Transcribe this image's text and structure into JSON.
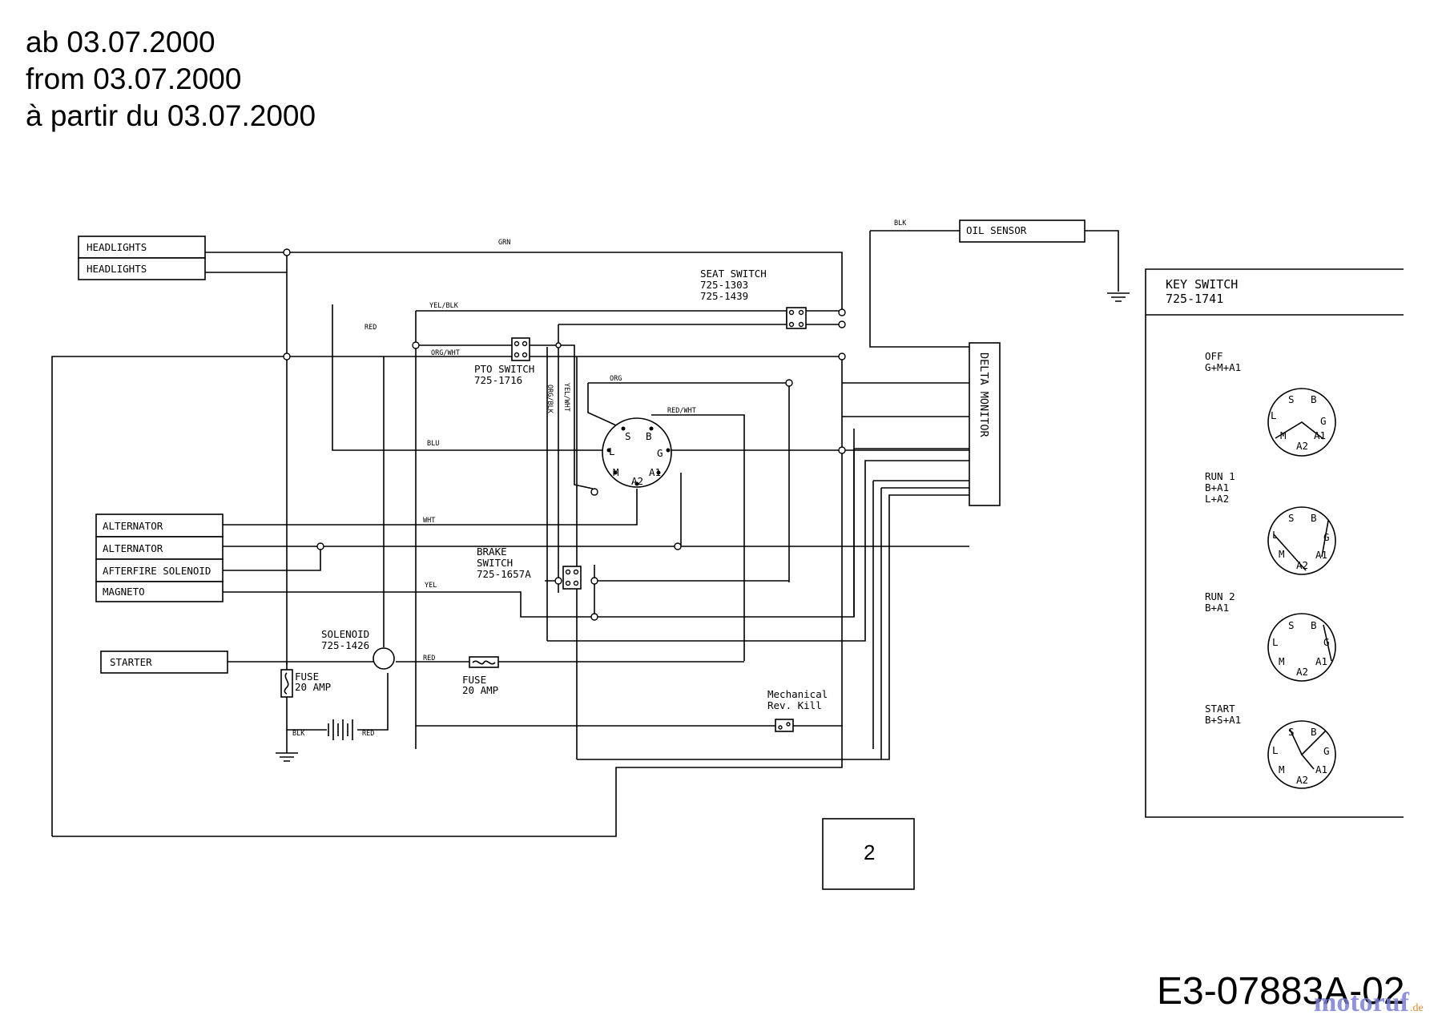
{
  "header": {
    "line1": "ab 03.07.2000",
    "line2": "from 03.07.2000",
    "line3": "à partir du 03.07.2000"
  },
  "components": {
    "headlights_1": "HEADLIGHTS",
    "headlights_2": "HEADLIGHTS",
    "alternator_1": "ALTERNATOR",
    "alternator_2": "ALTERNATOR",
    "afterfire": "AFTERFIRE SOLENOID",
    "magneto": "MAGNETO",
    "starter": "STARTER",
    "oil_sensor": "OIL SENSOR",
    "delta_monitor": "DELTA MONITOR",
    "seat_switch": {
      "name": "SEAT SWITCH",
      "pn1": "725-1303",
      "pn2": "725-1439"
    },
    "pto_switch": {
      "name": "PTO SWITCH",
      "pn": "725-1716"
    },
    "brake_switch": {
      "name1": "BRAKE",
      "name2": "SWITCH",
      "pn": "725-1657A"
    },
    "solenoid": {
      "name": "SOLENOID",
      "pn": "725-1426"
    },
    "fuse_left": {
      "name": "FUSE",
      "rating": "20 AMP"
    },
    "fuse_mid": {
      "name": "FUSE",
      "rating": "20 AMP"
    },
    "mech_kill": {
      "name1": "Mechanical",
      "name2": "Rev. Kill"
    },
    "key_switch": {
      "name": "KEY SWITCH",
      "pn": "725-1741"
    }
  },
  "wires": {
    "grn": "GRN",
    "yel_blk": "YEL/BLK",
    "red_top": "RED",
    "org_wht": "ORG/WHT",
    "org": "ORG",
    "red_wht": "RED/WHT",
    "blu": "BLU",
    "wht": "WHT",
    "yel": "YEL",
    "red_fuse": "RED",
    "blk_batt": "BLK",
    "red_batt": "RED",
    "blk_oil": "BLK",
    "org_blk": "ORG/BLK",
    "yel_wht": "YEL/WHT"
  },
  "ignition_terminals": {
    "s": "S",
    "b": "B",
    "l": "L",
    "g": "G",
    "m": "M",
    "a2": "A2",
    "a1": "A1"
  },
  "key_positions": [
    {
      "name": "OFF",
      "conn1": "G+M+A1",
      "conn2": ""
    },
    {
      "name": "RUN 1",
      "conn1": "B+A1",
      "conn2": "L+A2"
    },
    {
      "name": "RUN 2",
      "conn1": "B+A1",
      "conn2": ""
    },
    {
      "name": "START",
      "conn1": "B+S+A1",
      "conn2": ""
    }
  ],
  "page_box": "2",
  "doc_code": "E3-07883A-02",
  "watermark": {
    "brand": "motoruf",
    "tld": ".de"
  }
}
